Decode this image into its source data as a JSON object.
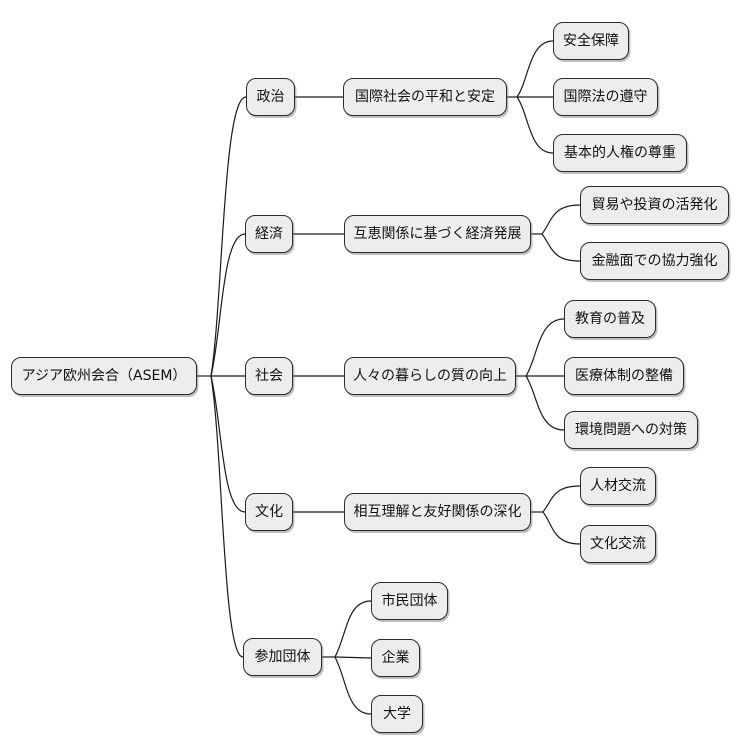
{
  "mindmap": {
    "root": "アジア欧州会合（ASEM）",
    "branches": [
      {
        "category": "政治",
        "theme": "国際社会の平和と安定",
        "items": [
          "安全保障",
          "国際法の遵守",
          "基本的人権の尊重"
        ]
      },
      {
        "category": "経済",
        "theme": "互恵関係に基づく経済発展",
        "items": [
          "貿易や投資の活発化",
          "金融面での協力強化"
        ]
      },
      {
        "category": "社会",
        "theme": "人々の暮らしの質の向上",
        "items": [
          "教育の普及",
          "医療体制の整備",
          "環境問題への対策"
        ]
      },
      {
        "category": "文化",
        "theme": "相互理解と友好関係の深化",
        "items": [
          "人材交流",
          "文化交流"
        ]
      },
      {
        "category": "参加団体",
        "theme": null,
        "items": [
          "市民団体",
          "企業",
          "大学"
        ]
      }
    ],
    "colors": {
      "node_fill": "#ededed",
      "node_border": "#2b2b2b",
      "line": "#1a1a1a",
      "background": "#ffffff"
    }
  }
}
